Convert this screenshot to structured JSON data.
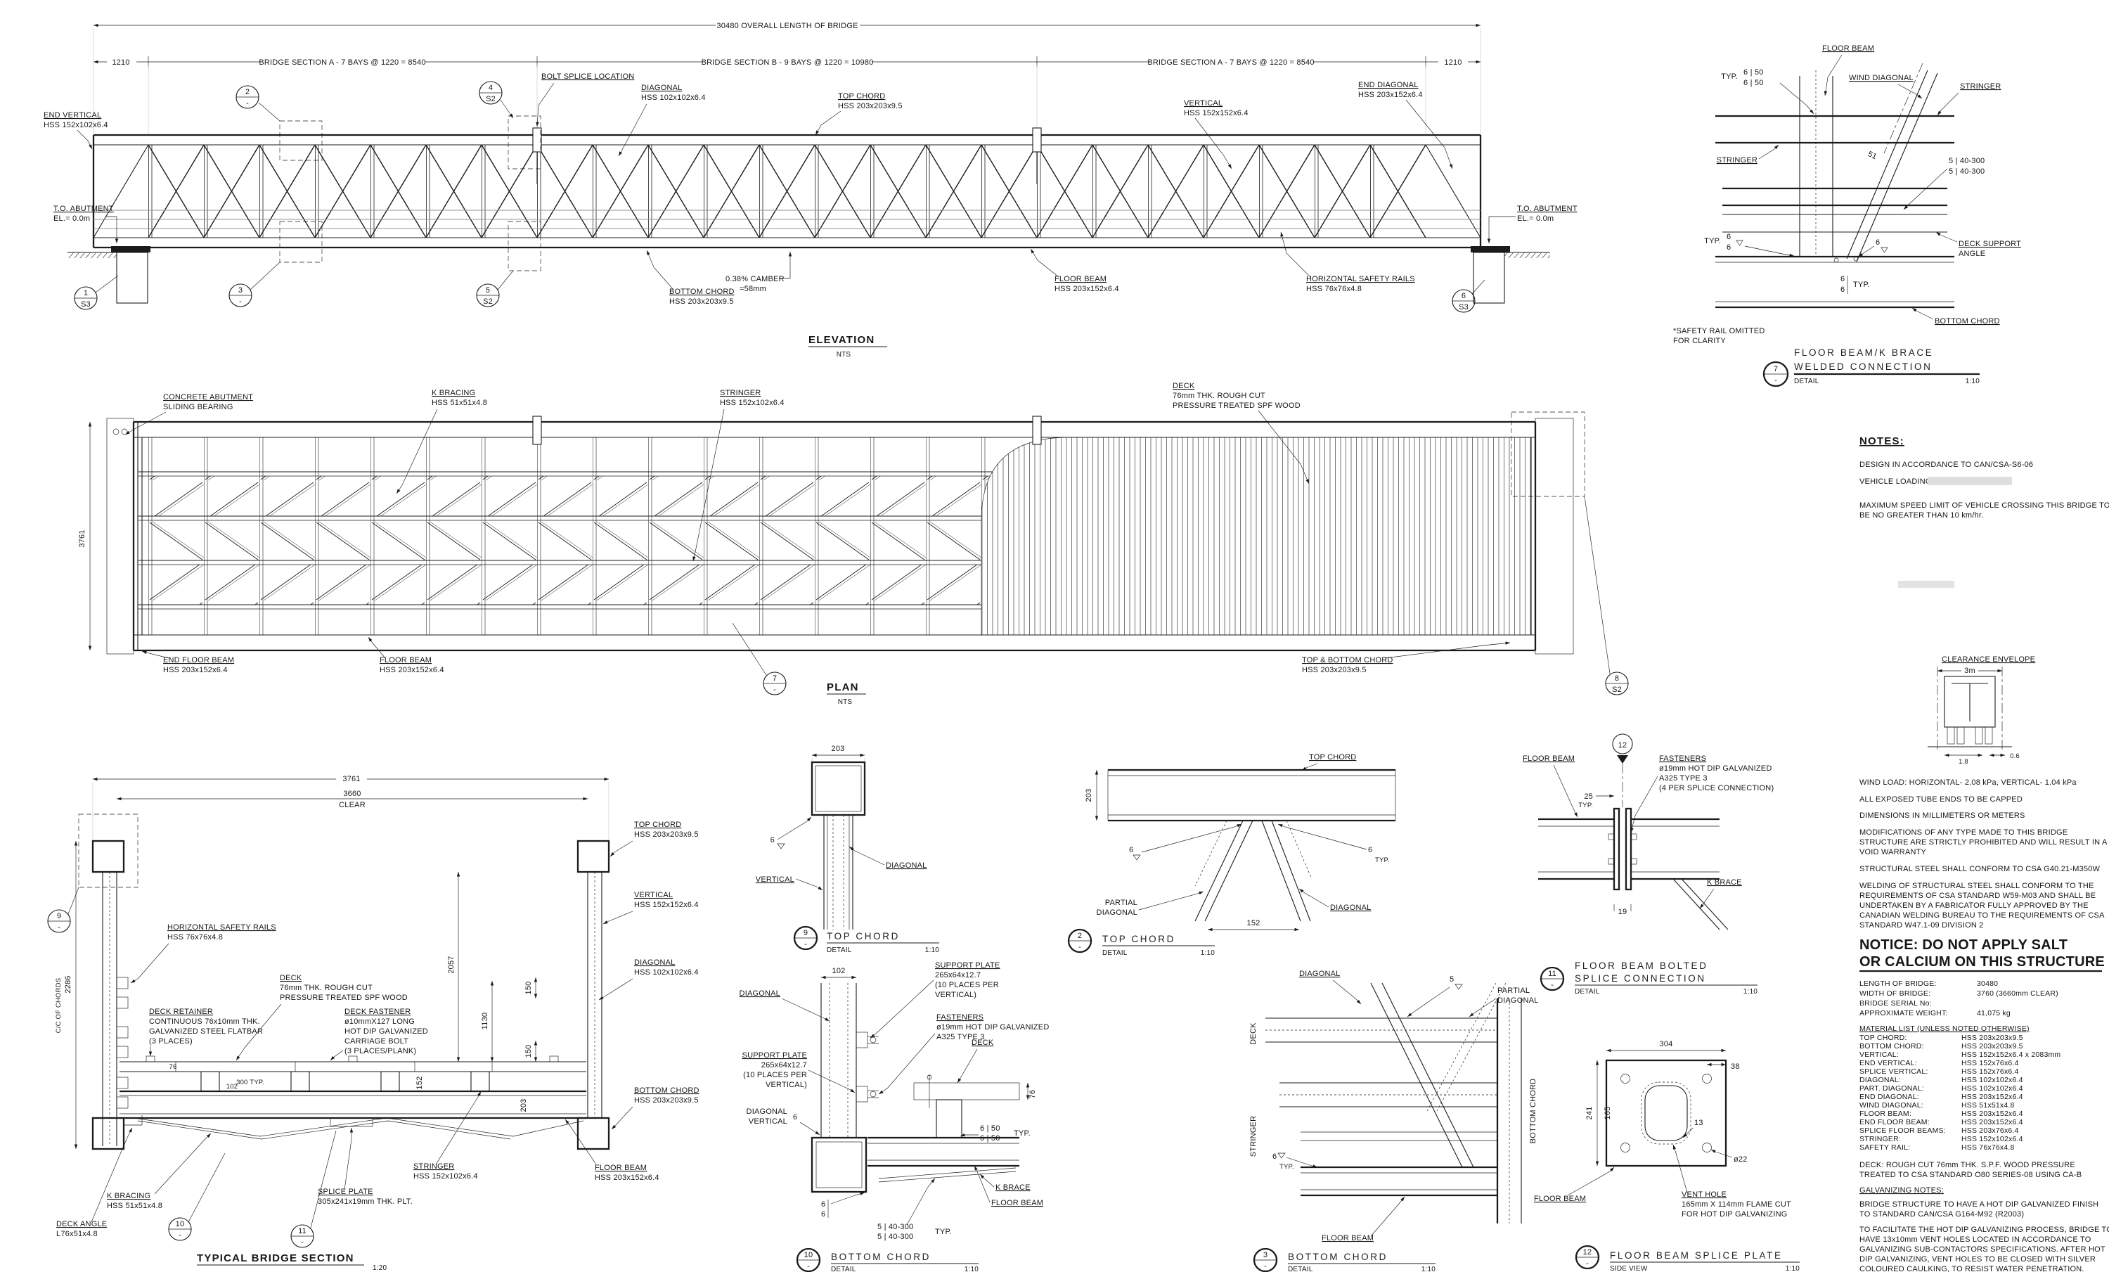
{
  "ev": {
    "ttl": "ELEVATION",
    "nts": "NTS",
    "dov": "30480 OVERALL LENGTH OF BRIDGE",
    "d1": "1210",
    "da1": "BRIDGE SECTION A - 7 BAYS @ 1220 = 8540",
    "db": "BRIDGE SECTION B - 9 BAYS @ 1220 = 10980",
    "da2": "BRIDGE SECTION A - 7 BAYS @ 1220 = 8540",
    "d2": "1210",
    "lev": {
      "n": "END VERTICAL",
      "s": "HSS 152x102x6.4"
    },
    "labl": {
      "a": "T.O. ABUTMENT",
      "b": "EL.= 0.0m"
    },
    "labr": {
      "a": "T.O. ABUTMENT",
      "b": "EL.= 0.0m"
    },
    "bsl": "BOLT SPLICE LOCATION",
    "ldia": {
      "n": "DIAGONAL",
      "s": "HSS 102x102x6.4"
    },
    "ltc": {
      "n": "TOP CHORD",
      "s": "HSS 203x203x9.5"
    },
    "lv": {
      "n": "VERTICAL",
      "s": "HSS 152x152x6.4"
    },
    "led": {
      "n": "END DIAGONAL",
      "s": "HSS 203x152x6.4"
    },
    "lbc": {
      "n": "BOTTOM CHORD",
      "s": "HSS 203x203x9.5"
    },
    "cam": {
      "a": "0.38% CAMBER",
      "b": "=58mm"
    },
    "lfb": {
      "n": "FLOOR BEAM",
      "s": "HSS 203x152x6.4"
    },
    "lsr": {
      "n": "HORIZONTAL SAFETY RAILS",
      "s": "HSS 76x76x4.8"
    },
    "b1": {
      "n": "1",
      "r": "S3"
    },
    "b2": {
      "n": "2",
      "r": "-"
    },
    "b3": {
      "n": "3",
      "r": "-"
    },
    "b4": {
      "n": "4",
      "r": "S2"
    },
    "b5": {
      "n": "5",
      "r": "S2"
    },
    "b6": {
      "n": "6",
      "r": "S3"
    }
  },
  "pl": {
    "ttl": "PLAN",
    "nts": "NTS",
    "dw": "3761",
    "ab": {
      "a": "CONCRETE ABUTMENT",
      "b": "SLIDING BEARING"
    },
    "kb": {
      "n": "K BRACING",
      "s": "HSS 51x51x4.8"
    },
    "st": {
      "n": "STRINGER",
      "s": "HSS 152x102x6.4"
    },
    "dk": {
      "a": "DECK",
      "b": "76mm THK. ROUGH CUT",
      "c": "PRESSURE TREATED SPF WOOD"
    },
    "efb": {
      "n": "END FLOOR BEAM",
      "s": "HSS 203x152x6.4"
    },
    "fb": {
      "n": "FLOOR BEAM",
      "s": "HSS 203x152x6.4"
    },
    "ch": {
      "a": "TOP & BOTTOM CHORD",
      "b": "HSS 203x203x9.5"
    },
    "b7": {
      "n": "7",
      "r": "-"
    },
    "b8": {
      "n": "8",
      "r": "S2"
    }
  },
  "sec": {
    "ttl": "TYPICAL BRIDGE SECTION",
    "sc": "1:20",
    "d3761": "3761",
    "d3660a": "3660",
    "d3660b": "CLEAR",
    "d2286": "2286",
    "dcc": "C/C OF CHORDS",
    "d2057": "2057",
    "d1130": "1130",
    "d150a": "150",
    "d150b": "150",
    "d152": "152",
    "d203": "203",
    "d300": "300 TYP.",
    "d76": "76",
    "d102": "102",
    "tc": {
      "n": "TOP CHORD",
      "s": "HSS 203x203x9.5"
    },
    "v": {
      "n": "VERTICAL",
      "s": "HSS 152x152x6.4"
    },
    "dg": {
      "n": "DIAGONAL",
      "s": "HSS 102x102x6.4"
    },
    "bc": {
      "n": "BOTTOM CHORD",
      "s": "HSS 203x203x9.5"
    },
    "fb": {
      "n": "FLOOR BEAM",
      "s": "HSS 203x152x6.4"
    },
    "st": {
      "n": "STRINGER",
      "s": "HSS 152x102x6.4"
    },
    "sp": {
      "n": "SPLICE PLATE",
      "s": "305x241x19mm THK. PLT."
    },
    "kb": {
      "n": "K BRACING",
      "s": "HSS 51x51x4.8"
    },
    "da": {
      "n": "DECK ANGLE",
      "s": "L76x51x4.8"
    },
    "sr": {
      "n": "HORIZONTAL SAFETY RAILS",
      "s": "HSS 76x76x4.8"
    },
    "dk": {
      "a": "DECK",
      "b": "76mm THK. ROUGH CUT",
      "c": "PRESSURE TREATED SPF WOOD"
    },
    "dr": {
      "a": "DECK RETAINER",
      "b": "CONTINUOUS 76x10mm THK.",
      "c": "GALVANIZED STEEL FLATBAR",
      "d": "(3 PLACES)"
    },
    "df": {
      "a": "DECK FASTENER",
      "b": "ø10mmX127 LONG",
      "c": "HOT DIP GALVANIZED",
      "d": "CARRIAGE BOLT",
      "e": "(3 PLACES/PLANK)"
    },
    "b9": {
      "n": "9",
      "r": "-"
    },
    "b10": {
      "n": "10",
      "r": "-"
    },
    "b11": {
      "n": "11",
      "r": "-"
    }
  },
  "d9": {
    "b": {
      "n": "9",
      "r": "-"
    },
    "ttl": "TOP CHORD",
    "sub": "DETAIL",
    "sc": "1:10",
    "d203": "203",
    "v": "VERTICAL",
    "dg": "DIAGONAL",
    "w6": "6"
  },
  "d10": {
    "b": {
      "n": "10",
      "r": "-"
    },
    "ttl": "BOTTOM CHORD",
    "sub": "DETAIL",
    "sc": "1:10",
    "d102": "102",
    "dg": "DIAGONAL",
    "sp": [
      "SUPPORT PLATE",
      "265x64x12.7",
      "(10 PLACES PER",
      "VERTICAL)"
    ],
    "fa": [
      "FASTENERS",
      "ø19mm HOT DIP GALVANIZED",
      "A325 TYPE 3"
    ],
    "dk": "DECK",
    "d76": "76",
    "dgv": [
      "DIAGONAL",
      "VERTICAL"
    ],
    "w6": "6",
    "w650": [
      "6 | 50",
      "6 | 50",
      "TYP."
    ],
    "kb": "K BRACE",
    "fb": "FLOOR BEAM",
    "w66": [
      "6",
      "6"
    ],
    "w540": [
      "5 | 40-300",
      "5 | 40-300",
      "TYP."
    ]
  },
  "d2": {
    "b": {
      "n": "2",
      "r": "-"
    },
    "ttl": "TOP CHORD",
    "sub": "DETAIL",
    "sc": "1:10",
    "d203": "203",
    "tc": "TOP CHORD",
    "pd": [
      "PARTIAL",
      "DIAGONAL"
    ],
    "dg": "DIAGONAL",
    "d152": "152",
    "w6": "6",
    "typ": "TYP."
  },
  "d3": {
    "b": {
      "n": "3",
      "r": "-"
    },
    "ttl": "BOTTOM CHORD",
    "sub": "DETAIL",
    "sc": "1:10",
    "dg": "DIAGONAL",
    "pd": [
      "PARTIAL",
      "DIAGONAL"
    ],
    "dk": "DECK",
    "st": "STRINGER",
    "fb": "FLOOR BEAM",
    "bc": "BOTTOM CHORD",
    "w5": "5",
    "w6": "6",
    "typ": "TYP."
  },
  "d11": {
    "b": {
      "n": "11",
      "r": "-"
    },
    "flag": "12",
    "t1": "FLOOR BEAM BOLTED",
    "t2": "SPLICE CONNECTION",
    "sub": "DETAIL",
    "sc": "1:10",
    "fb": "FLOOR BEAM",
    "fa": [
      "FASTENERS",
      "ø19mm HOT DIP GALVANIZED",
      "A325 TYPE 3",
      "(4 PER SPLICE CONNECTION)"
    ],
    "d25": "25",
    "typ": "TYP.",
    "d19": "19",
    "kb": "K BRACE"
  },
  "d12": {
    "b": {
      "n": "12",
      "r": "-"
    },
    "ttl": "FLOOR BEAM SPLICE PLATE",
    "sub": "SIDE VIEW",
    "sc": "1:10",
    "d304": "304",
    "d38": "38",
    "d241": "241",
    "d165": "165",
    "d13": "13",
    "hole": "ø22",
    "vent": [
      "VENT HOLE",
      "165mm X 114mm FLAME CUT",
      "FOR HOT DIP GALVANIZING"
    ],
    "fb": "FLOOR BEAM"
  },
  "d7": {
    "b": {
      "n": "7",
      "r": "-"
    },
    "t1": "FLOOR BEAM/K BRACE",
    "t2": "WELDED CONNECTION",
    "sub": "DETAIL",
    "sc": "1:10",
    "fb": "FLOOR BEAM",
    "wd": "WIND DIAGONAL",
    "str": "STRINGER",
    "stl": "STRINGER",
    "dsa": [
      "DECK SUPPORT",
      "ANGLE"
    ],
    "bc": "BOTTOM CHORD",
    "s51": "51",
    "typ": "TYP.",
    "typ2": "TYP.",
    "typ3": "TYP.",
    "w650": [
      "6 | 50",
      "6 | 50"
    ],
    "w540": [
      "5 | 40-300",
      "5 | 40-300"
    ],
    "w66": [
      "6",
      "6"
    ],
    "w66b": [
      "6",
      "6"
    ],
    "w6": "6",
    "note": [
      "*SAFETY RAIL OMITTED",
      "FOR CLARITY"
    ]
  },
  "nt": {
    "hdr": "NOTES:",
    "design": "DESIGN IN ACCORDANCE TO CAN/CSA-S6-06",
    "veh": "VEHICLE LOADING:",
    "sp1": "MAXIMUM SPEED LIMIT OF VEHICLE CROSSING THIS BRIDGE TO",
    "sp2": "BE NO GREATER THAN 10 km/hr.",
    "wind": "WIND LOAD: HORIZONTAL- 2.08 kPa, VERTICAL- 1.04 kPa",
    "cap": "ALL EXPOSED TUBE ENDS TO BE CAPPED",
    "dim": "DIMENSIONS IN MILLIMETERS OR METERS",
    "mods": [
      "MODIFICATIONS OF ANY TYPE MADE TO THIS BRIDGE",
      "STRUCTURE ARE STRICTLY PROHIBITED AND WILL RESULT IN A",
      "VOID WARRANTY"
    ],
    "steel": "STRUCTURAL STEEL SHALL CONFORM TO CSA G40.21-M350W",
    "weld": [
      "WELDING OF STRUCTURAL STEEL SHALL CONFORM TO THE",
      "REQUIREMENTS OF CSA STANDARD W59-M03 AND SHALL BE",
      "UNDERTAKEN BY A FABRICATOR FULLY APPROVED BY THE",
      "CANADIAN WELDING BUREAU TO THE REQUIREMENTS OF CSA",
      "STANDARD W47.1-09 DIVISION 2"
    ],
    "n1": "NOTICE: DO NOT APPLY SALT",
    "n2": "OR CALCIUM ON THIS STRUCTURE",
    "info": [
      {
        "l": "LENGTH OF BRIDGE:",
        "v": "30480"
      },
      {
        "l": "WIDTH OF BRIDGE:",
        "v": "3760 (3660mm CLEAR)"
      },
      {
        "l": "BRIDGE SERIAL No:",
        "v": ""
      },
      {
        "l": "APPROXIMATE WEIGHT:",
        "v": "41,075 kg"
      }
    ],
    "mlh": "MATERIAL LIST (UNLESS NOTED OTHERWISE)",
    "ml": [
      {
        "i": "TOP CHORD:",
        "s": "HSS 203x203x9.5"
      },
      {
        "i": "BOTTOM CHORD:",
        "s": "HSS 203x203x9.5"
      },
      {
        "i": "VERTICAL:",
        "s": "HSS 152x152x6.4 x 2083mm"
      },
      {
        "i": "END VERTICAL:",
        "s": "HSS 152x76x6.4"
      },
      {
        "i": "SPLICE VERTICAL:",
        "s": "HSS 152x76x6.4"
      },
      {
        "i": "DIAGONAL:",
        "s": "HSS 102x102x6.4"
      },
      {
        "i": "PART. DIAGONAL:",
        "s": "HSS 102x102x6.4"
      },
      {
        "i": "END DIAGONAL:",
        "s": "HSS 203x152x6.4"
      },
      {
        "i": "WIND DIAGONAL:",
        "s": "HSS 51x51x4.8"
      },
      {
        "i": "FLOOR BEAM:",
        "s": "HSS 203x152x6.4"
      },
      {
        "i": "END FLOOR BEAM:",
        "s": "HSS 203x152x6.4"
      },
      {
        "i": "SPLICE FLOOR BEAMS:",
        "s": "HSS 203x76x6.4"
      },
      {
        "i": "STRINGER:",
        "s": "HSS 152x102x6.4"
      },
      {
        "i": "SAFETY RAIL:",
        "s": "HSS 76x76x4.8"
      }
    ],
    "deck": [
      "DECK: ROUGH CUT 76mm THK. S.P.F. WOOD PRESSURE",
      "TREATED TO CSA STANDARD O80 SERIES-08 USING CA-B"
    ],
    "gt": "GALVANIZING NOTES:",
    "g1": [
      "BRIDGE STRUCTURE TO HAVE A HOT DIP GALVANIZED FINISH",
      "TO STANDARD CAN/CSA G164-M92 (R2003)"
    ],
    "g2": [
      "TO FACILITATE THE HOT DIP GALVANIZING PROCESS, BRIDGE TO",
      "HAVE 13x10mm VENT HOLES LOCATED IN ACCORDANCE TO",
      "GALVANIZING SUB-CONTACTORS SPECIFICATIONS. AFTER HOT",
      "DIP GALVANIZING, VENT HOLES TO BE CLOSED WITH SILVER",
      "COLOURED CAULKING, TO RESIST WATER PENETRATION."
    ]
  },
  "ce": {
    "t": "CLEARANCE ENVELOPE",
    "w": "3m",
    "da": "1.8",
    "db": "0.6"
  }
}
